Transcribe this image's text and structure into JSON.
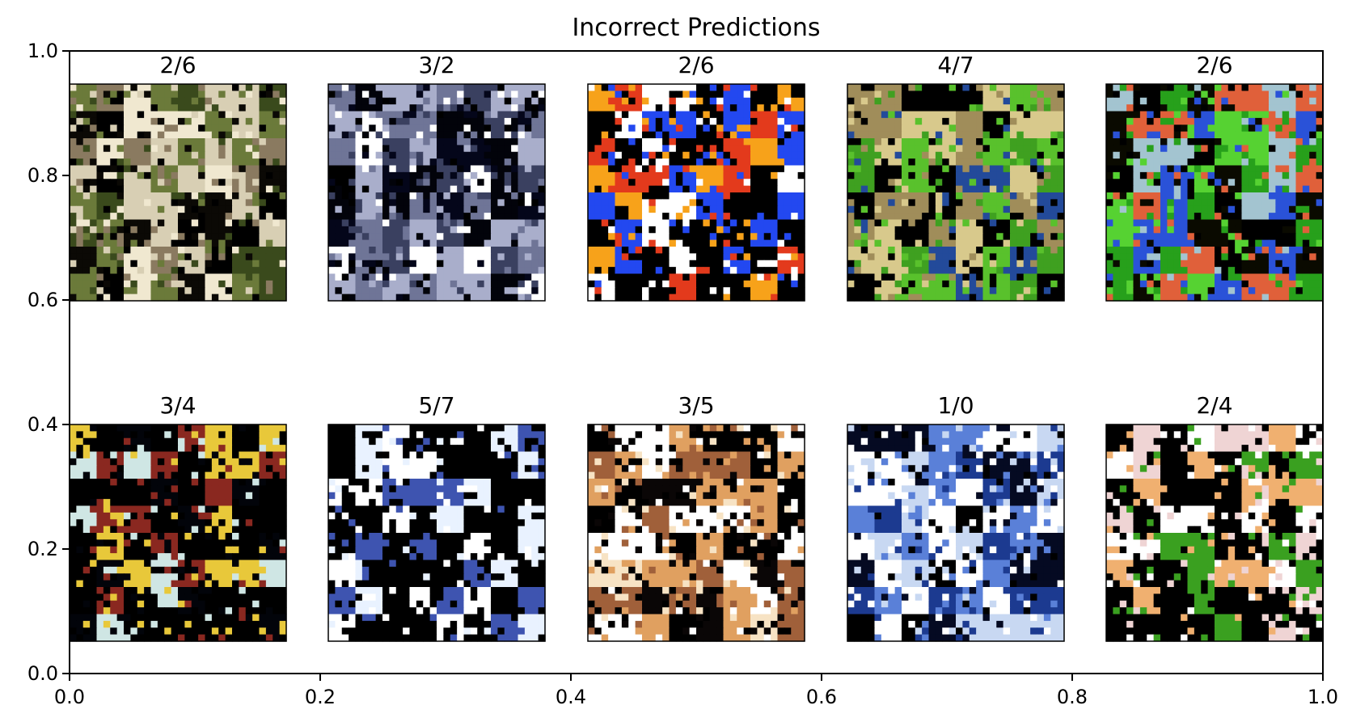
{
  "chart_data": {
    "type": "image-grid",
    "title": "Incorrect Predictions",
    "xlim": [
      0.0,
      1.0
    ],
    "ylim": [
      0.0,
      1.0
    ],
    "x_ticks": [
      "0.0",
      "0.2",
      "0.4",
      "0.6",
      "0.8",
      "1.0"
    ],
    "y_ticks": [
      "0.0",
      "0.2",
      "0.4",
      "0.6",
      "0.8",
      "1.0"
    ],
    "grid": false,
    "rows": 2,
    "cols": 5,
    "panels": [
      {
        "label": "2/6",
        "palette": [
          "#000000",
          "#0b0905",
          "#d8cfb4",
          "#f0e8d0",
          "#6b7a3a",
          "#3a4a1c",
          "#8a7a60"
        ]
      },
      {
        "label": "3/2",
        "palette": [
          "#000000",
          "#02030a",
          "#04061a",
          "#3a4060",
          "#6f7597",
          "#a9aecb",
          "#ffffff"
        ]
      },
      {
        "label": "2/6",
        "palette": [
          "#000000",
          "#000000",
          "#000000",
          "#e33a1c",
          "#2348f0",
          "#f7a21a",
          "#ffffff"
        ]
      },
      {
        "label": "4/7",
        "palette": [
          "#000000",
          "#000000",
          "#3fa020",
          "#59c12c",
          "#d8c98c",
          "#a08d5a",
          "#234a9a"
        ]
      },
      {
        "label": "2/6",
        "palette": [
          "#000000",
          "#0a0a00",
          "#27a01b",
          "#56d232",
          "#2a52d8",
          "#e0603a",
          "#a3c4d0"
        ]
      },
      {
        "label": "3/4",
        "palette": [
          "#000000",
          "#000000",
          "#000000",
          "#02040a",
          "#8a2820",
          "#cfe6e4",
          "#e8c83a"
        ]
      },
      {
        "label": "5/7",
        "palette": [
          "#000000",
          "#000000",
          "#000000",
          "#000000",
          "#e9f2ff",
          "#ffffff",
          "#3e54b0"
        ]
      },
      {
        "label": "3/5",
        "palette": [
          "#000000",
          "#000000",
          "#0a0606",
          "#f7e3c4",
          "#e0a060",
          "#a0603a",
          "#ffffff"
        ]
      },
      {
        "label": "1/0",
        "palette": [
          "#000000",
          "#050a22",
          "#ffffff",
          "#ffffff",
          "#1c3a90",
          "#5a80d8",
          "#c8d8f2"
        ]
      },
      {
        "label": "2/4",
        "palette": [
          "#000000",
          "#000000",
          "#000000",
          "#efd4d4",
          "#3aa020",
          "#f0b070",
          "#ffffff"
        ]
      }
    ]
  }
}
